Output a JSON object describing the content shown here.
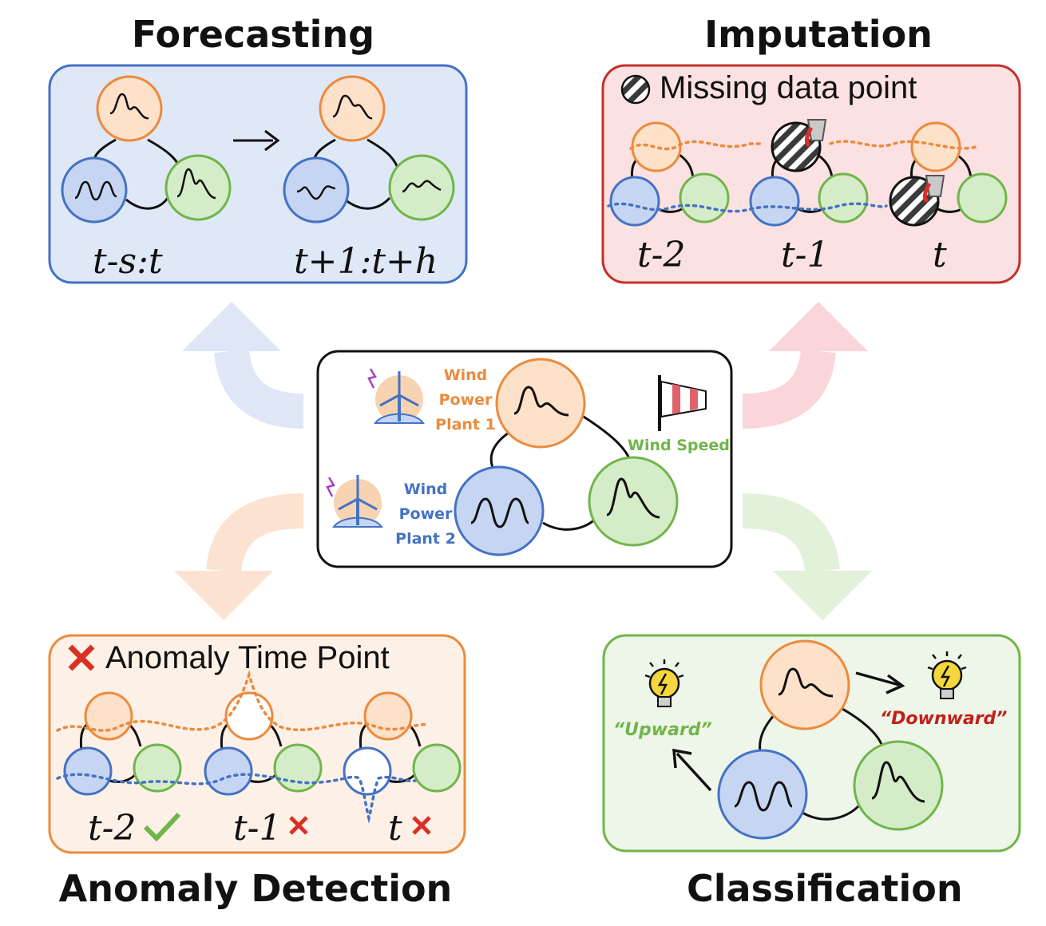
{
  "titles": {
    "forecasting": "Forecasting",
    "imputation": "Imputation",
    "anomaly_detection": "Anomaly Detection",
    "classification": "Classification"
  },
  "forecasting": {
    "label_past": "t-s:t",
    "label_future": "t+1:t+h"
  },
  "imputation": {
    "legend": "Missing data point",
    "label_t2": "t-2",
    "label_t1": "t-1",
    "label_t": "t"
  },
  "center": {
    "plant1": [
      "Wind",
      "Power",
      "Plant 1"
    ],
    "plant2": [
      "Wind",
      "Power",
      "Plant 2"
    ],
    "wind_speed": "Wind Speed"
  },
  "anomaly": {
    "legend": "Anomaly Time Point",
    "label_t2": "t-2",
    "label_t1": "t-1",
    "label_t": "t"
  },
  "classification": {
    "upward": "“Upward”",
    "downward": "“Downward”"
  },
  "colors": {
    "orange_fill": "#fde1c9",
    "orange_stroke": "#ec8a3c",
    "blue_fill": "#c6d5f2",
    "blue_stroke": "#4472c4",
    "green_fill": "#d5ecc9",
    "green_stroke": "#70b54a",
    "forecast_bg": "#dfe8f6",
    "imputation_bg": "#fbe1e1",
    "imputation_border": "#c4302b",
    "anomaly_bg": "#fdf0e7",
    "classification_bg": "#eef5e9",
    "red": "#d93025",
    "dark_red": "#c0201a"
  },
  "icons": [
    "arrow-right-icon",
    "striped-ball-icon",
    "paint-bucket-icon",
    "wind-turbine-icon",
    "windsock-icon",
    "red-x-icon",
    "check-icon",
    "light-bulb-icon"
  ]
}
